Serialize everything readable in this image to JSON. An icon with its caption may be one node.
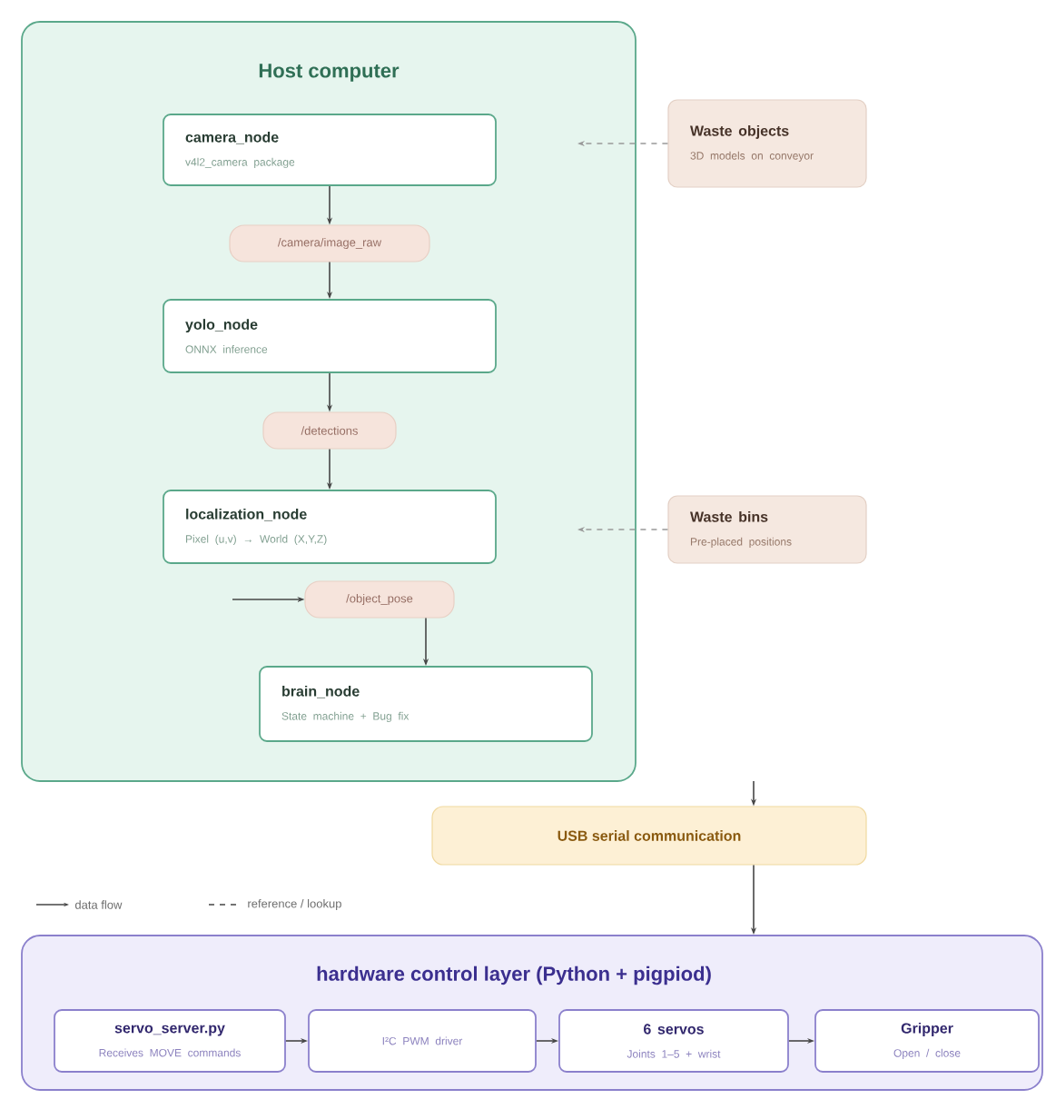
{
  "diagram": {
    "nodes": [
      {
        "text": [
          "Host computer"
        ]
      },
      {
        "text": [
          "camera_node",
          "v4l2_camera package"
        ],
        "in": 0
      },
      {
        "text": [
          "/camera/image_raw"
        ],
        "in": 0
      },
      {
        "text": [
          "yolo_node",
          "ONNX inference"
        ],
        "in": 0
      },
      {
        "text": [
          "/detections"
        ],
        "in": 0
      },
      {
        "text": [
          "localization_node",
          "Pixel (u,v) → World (X,Y,Z)"
        ],
        "in": 0
      },
      {
        "text": [
          "/object_pose"
        ],
        "in": 0
      },
      {
        "text": [
          "brain_node",
          "State machine + Bug fix"
        ],
        "in": 0
      },
      {
        "text": [
          "Waste objects",
          "3D models on conveyor"
        ]
      },
      {
        "text": [
          "Waste bins",
          "Pre-placed positions"
        ]
      },
      {
        "text": [
          "USB serial communication"
        ]
      },
      {
        "text": [
          "hardware control layer (Python + pigpiod)"
        ]
      },
      {
        "text": [
          "servo_server.py",
          "Receives MOVE commands"
        ],
        "in": 11
      },
      {
        "text": [
          "I²C PWM driver"
        ],
        "in": 11
      },
      {
        "text": [
          "6 servos",
          "Joints 1–5 + wrist"
        ],
        "in": 11
      },
      {
        "text": [
          "Gripper",
          "Open / close"
        ],
        "in": 11
      }
    ],
    "edges": [
      {
        "from": 1,
        "to": 2,
        "arrow": "to"
      },
      {
        "from": 2,
        "to": 3,
        "arrow": "to"
      },
      {
        "from": 3,
        "to": 4,
        "arrow": "to"
      },
      {
        "from": 4,
        "to": 5,
        "arrow": "to"
      },
      {
        "from": null,
        "to": 6,
        "arrow": "to"
      },
      {
        "from": 6,
        "to": 7,
        "arrow": "to"
      },
      {
        "from": 8,
        "to": null,
        "arrow": "to",
        "style": "dashed",
        "color": "#999999"
      },
      {
        "from": 9,
        "to": null,
        "arrow": "to",
        "style": "dashed",
        "color": "#999999"
      },
      {
        "from": null,
        "to": 10,
        "arrow": "to"
      },
      {
        "from": 10,
        "to": 11,
        "arrow": "to"
      },
      {
        "from": 12,
        "to": 13,
        "arrow": "to"
      },
      {
        "from": 13,
        "to": 14,
        "arrow": "to"
      },
      {
        "from": 14,
        "to": 15,
        "arrow": "to"
      }
    ],
    "legend": [
      {
        "text": "data flow"
      },
      {
        "text": "reference / lookup"
      }
    ]
  }
}
